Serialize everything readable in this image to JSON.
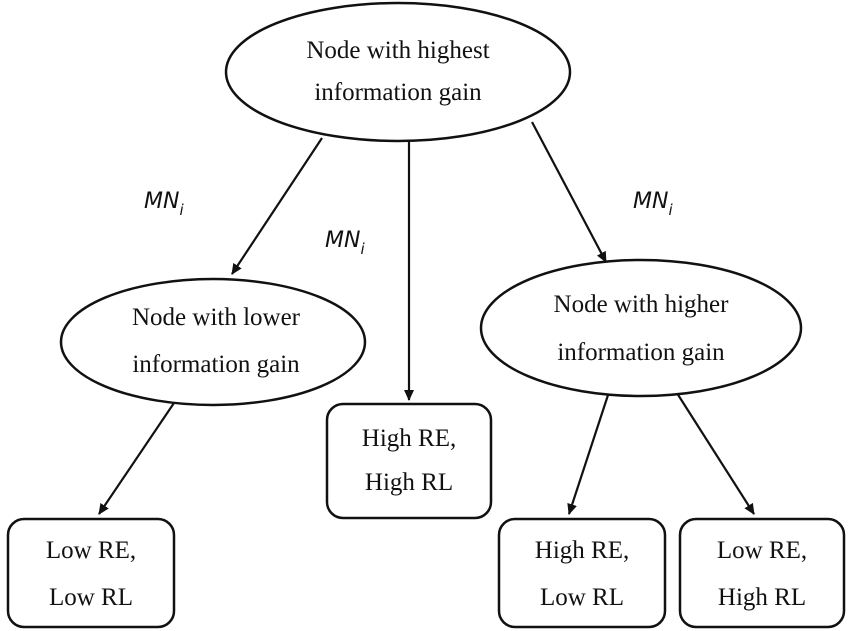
{
  "nodes": {
    "root": {
      "line1": "Node with highest",
      "line2": "information gain"
    },
    "lower": {
      "line1": "Node with lower",
      "line2": "information gain"
    },
    "higher": {
      "line1": "Node with higher",
      "line2": "information gain"
    },
    "leaf_high_high": {
      "line1": "High RE,",
      "line2": "High RL"
    },
    "leaf_low_low": {
      "line1": "Low RE,",
      "line2": "Low RL"
    },
    "leaf_high_low": {
      "line1": "High RE,",
      "line2": "Low RL"
    },
    "leaf_low_high": {
      "line1": "Low RE,",
      "line2": "High RL"
    }
  },
  "edge_labels": {
    "left": {
      "main": "MN",
      "sub": "i"
    },
    "middle": {
      "main": "MN",
      "sub": "i"
    },
    "right": {
      "main": "MN",
      "sub": "i"
    }
  }
}
